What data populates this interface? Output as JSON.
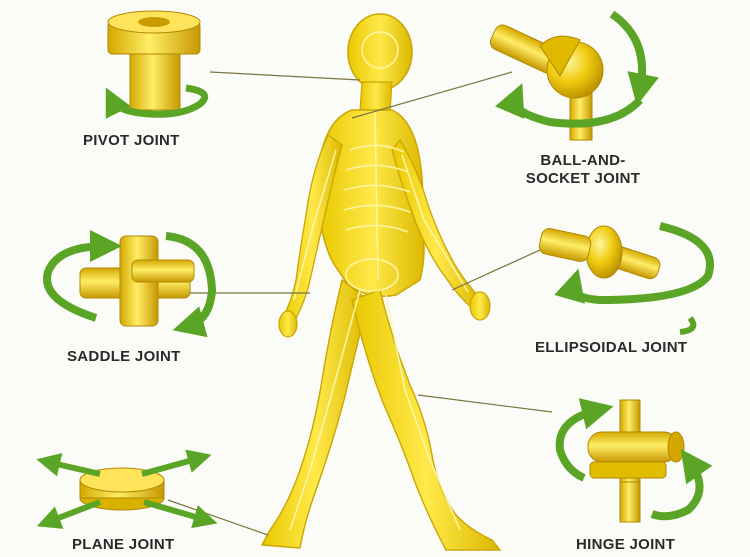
{
  "joints": {
    "pivot": "PIVOT JOINT",
    "ball_socket_line1": "BALL-AND-",
    "ball_socket_line2": "SOCKET JOINT",
    "saddle": "SADDLE JOINT",
    "ellipsoidal": "ELLIPSOIDAL JOINT",
    "plane": "PLANE JOINT",
    "hinge": "HINGE JOINT"
  },
  "colors": {
    "body": "#f2d400",
    "body_dark": "#c9a600",
    "arrow": "#6fb52c",
    "arrow_dark": "#3f8a1c",
    "leader": "#6b6b3a"
  }
}
